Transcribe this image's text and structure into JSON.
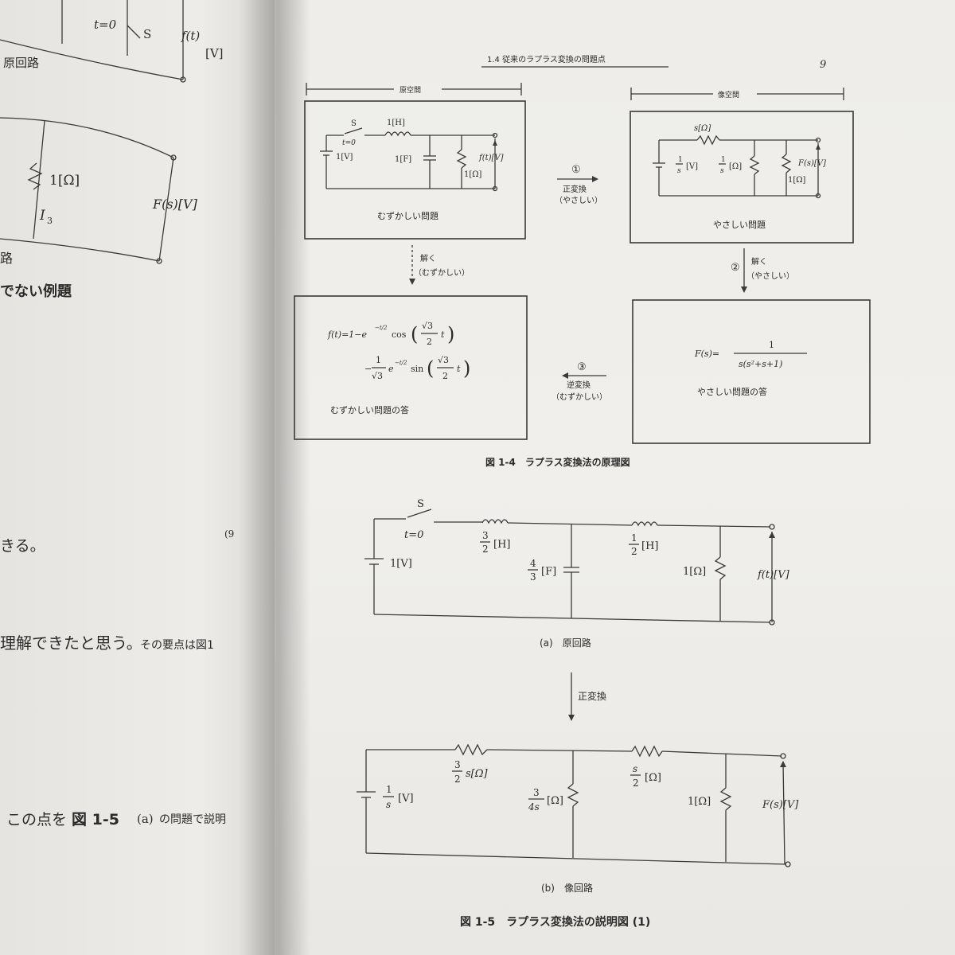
{
  "left_page": {
    "switch_t0": "t=0",
    "switch_S": "S",
    "ft_label": "f(t)",
    "ft_unit": "[V]",
    "original_circuit": "原回路",
    "resistor": "1[Ω]",
    "current": "I",
    "current_sub": "3",
    "Fs_label": "F(s)[V]",
    "fragment_ro": "路",
    "fragment_example": "でない例題",
    "fragment_ru": "きる。",
    "eq_number": "(9",
    "fragment_understand": "理解できたと思う。",
    "fragment_point": "その要点は図1",
    "fragment_this": "この点を",
    "fragment_fig": "図 1-5",
    "fragment_a": "(a)",
    "fragment_problem": "の問題で説明"
  },
  "header": {
    "section": "1.4 従来のラプラス変換の問題点",
    "page_number": "9"
  },
  "figure_1_4": {
    "original_space": "原空間",
    "image_space": "像空間",
    "box1": {
      "switch": "S",
      "t0": "t=0",
      "source": "1[V]",
      "inductor": "1[H]",
      "capacitor": "1[F]",
      "resistor": "1[Ω]",
      "output": "f(t)[V]",
      "caption": "むずかしい問題"
    },
    "box2": {
      "series": "s[Ω]",
      "source_num": "1",
      "source_den": "s",
      "source_unit": "[V]",
      "shunt_num": "1",
      "shunt_den": "s",
      "shunt_unit": "[Ω]",
      "resistor": "1[Ω]",
      "output": "F(s)[V]",
      "caption": "やさしい問題"
    },
    "step1": {
      "num": "①",
      "label": "正変換",
      "note": "（やさしい）"
    },
    "step2": {
      "num": "②",
      "label": "解く",
      "note": "（やさしい）"
    },
    "step3": {
      "num": "③",
      "label": "逆変換",
      "note": "（むずかしい）"
    },
    "step_solve_left": {
      "label": "解く",
      "note": "（むずかしい）"
    },
    "box3": {
      "line1_lhs": "f(t)=1−e",
      "line1_exp": "−t/2",
      "line1_func": "cos",
      "sqrt3": "√3",
      "two": "2",
      "t": "t",
      "line2_minus": "−",
      "line2_one": "1",
      "line2_den": "√3",
      "line2_e": "e",
      "line2_exp": "−t/2",
      "line2_func": "sin",
      "caption": "むずかしい問題の答"
    },
    "box4": {
      "lhs": "F(s)=",
      "num": "1",
      "den": "s(s²+s+1)",
      "caption": "やさしい問題の答"
    },
    "caption": "図 1-4　ラプラス変換法の原理図"
  },
  "figure_1_5": {
    "a": {
      "switch": "S",
      "t0": "t=0",
      "source": "1[V]",
      "l1_num": "3",
      "l1_den": "2",
      "l1_unit": "[H]",
      "c_num": "4",
      "c_den": "3",
      "c_unit": "[F]",
      "l2_num": "1",
      "l2_den": "2",
      "l2_unit": "[H]",
      "resistor": "1[Ω]",
      "output": "f(t)[V]",
      "caption": "(a)　原回路"
    },
    "transform_label": "正変換",
    "b": {
      "source_num": "1",
      "source_den": "s",
      "source_unit": "[V]",
      "r1_num": "3",
      "r1_den": "2",
      "r1_unit": "s[Ω]",
      "r2_num": "3",
      "r2_den": "4s",
      "r2_unit": "[Ω]",
      "r3_num": "s",
      "r3_den": "2",
      "r3_unit": "[Ω]",
      "resistor": "1[Ω]",
      "output": "F(s)[V]",
      "caption": "(b)　像回路"
    },
    "caption": "図 1-5　ラプラス変換法の説明図 (1)"
  }
}
